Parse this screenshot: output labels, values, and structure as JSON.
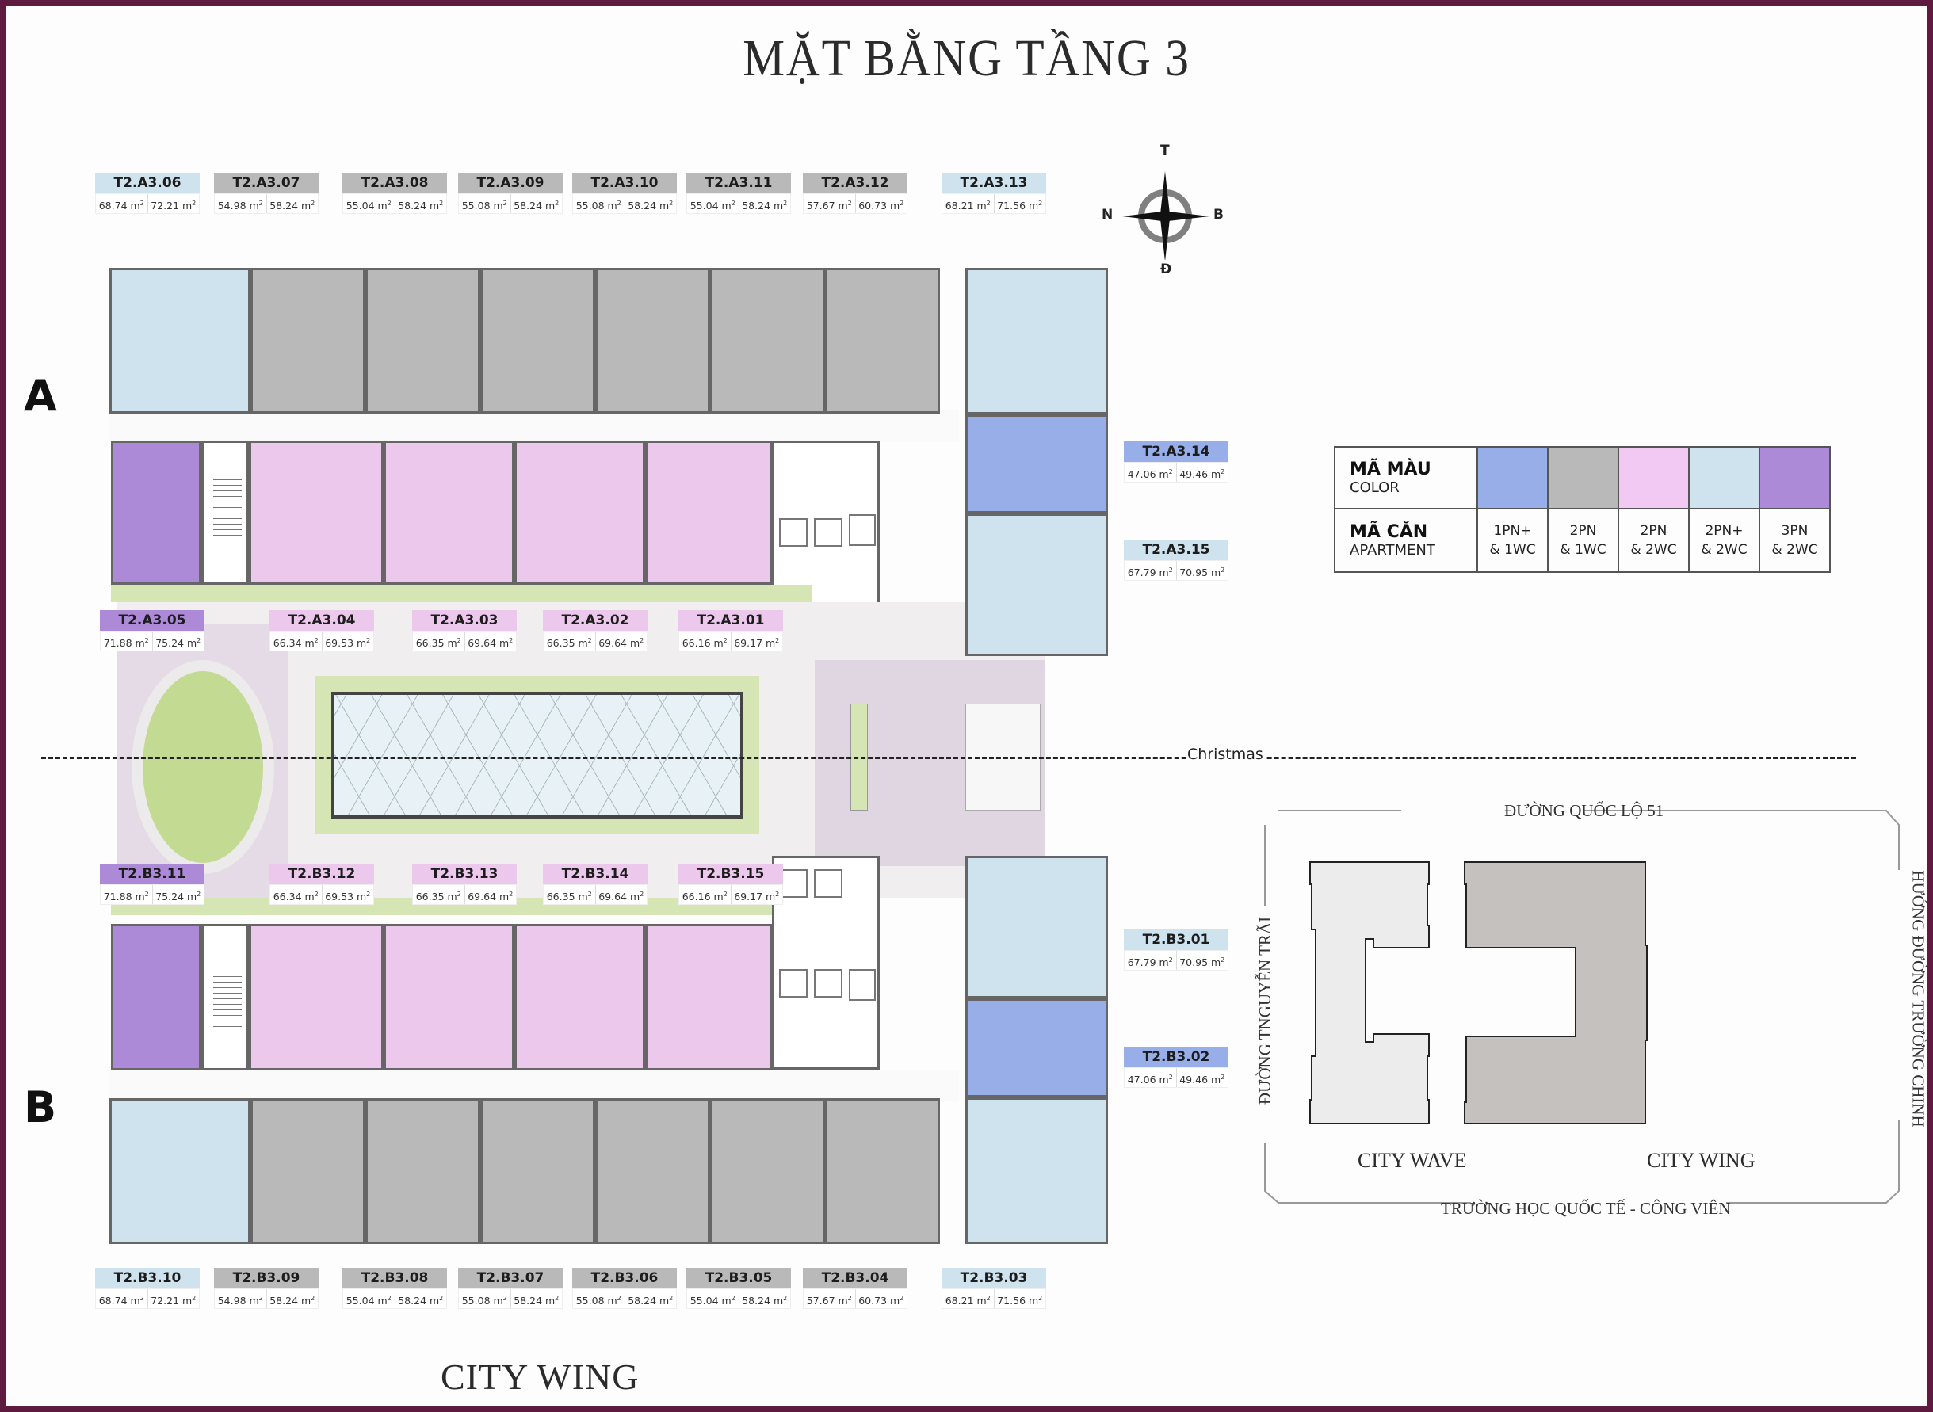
{
  "title": "MẶT BẰNG TẦNG 3",
  "blocks": {
    "a": "A",
    "b": "B"
  },
  "compass": {
    "top": "T",
    "left": "N",
    "right": "B",
    "bottom": "Đ"
  },
  "axis_label": "Christmas",
  "footer_title": "CITY WING",
  "colors": {
    "1pn_1wc": "#97aee8",
    "2pn_1wc": "#b9b9b9",
    "2pn_2wc": "#f2c9f2",
    "2pn_plus_2wc": "#cfe3ee",
    "3pn_2wc": "#ad8ad8",
    "frame": "#5e1a3f"
  },
  "legend": {
    "color_label": "MÃ MÀU",
    "color_sub": "COLOR",
    "apartment_label": "MÃ CĂN",
    "apartment_sub": "APARTMENT",
    "types": [
      {
        "line1": "1PN+",
        "line2": "& 1WC",
        "color": "#97aee8"
      },
      {
        "line1": "2PN",
        "line2": "& 1WC",
        "color": "#b9b9b9"
      },
      {
        "line1": "2PN",
        "line2": "& 2WC",
        "color": "#f2c9f2"
      },
      {
        "line1": "2PN+",
        "line2": "& 2WC",
        "color": "#cfe3ee"
      },
      {
        "line1": "3PN",
        "line2": "& 2WC",
        "color": "#ad8ad8"
      }
    ]
  },
  "units_top": [
    {
      "code": "T2.A3.06",
      "a1": "68.74 m",
      "a2": "72.21 m",
      "color": "#cfe3ee"
    },
    {
      "code": "T2.A3.07",
      "a1": "54.98 m",
      "a2": "58.24 m",
      "color": "#b9b9b9"
    },
    {
      "code": "T2.A3.08",
      "a1": "55.04 m",
      "a2": "58.24 m",
      "color": "#b9b9b9"
    },
    {
      "code": "T2.A3.09",
      "a1": "55.08 m",
      "a2": "58.24 m",
      "color": "#b9b9b9"
    },
    {
      "code": "T2.A3.10",
      "a1": "55.08 m",
      "a2": "58.24 m",
      "color": "#b9b9b9"
    },
    {
      "code": "T2.A3.11",
      "a1": "55.04 m",
      "a2": "58.24 m",
      "color": "#b9b9b9"
    },
    {
      "code": "T2.A3.12",
      "a1": "57.67 m",
      "a2": "60.73 m",
      "color": "#b9b9b9"
    },
    {
      "code": "T2.A3.13",
      "a1": "68.21 m",
      "a2": "71.56 m",
      "color": "#cfe3ee"
    }
  ],
  "units_a_inner": [
    {
      "code": "T2.A3.05",
      "a1": "71.88 m",
      "a2": "75.24 m",
      "color": "#ad8ad8"
    },
    {
      "code": "T2.A3.04",
      "a1": "66.34 m",
      "a2": "69.53 m",
      "color": "#ecc9ec"
    },
    {
      "code": "T2.A3.03",
      "a1": "66.35 m",
      "a2": "69.64 m",
      "color": "#ecc9ec"
    },
    {
      "code": "T2.A3.02",
      "a1": "66.35 m",
      "a2": "69.64 m",
      "color": "#ecc9ec"
    },
    {
      "code": "T2.A3.01",
      "a1": "66.16 m",
      "a2": "69.17 m",
      "color": "#ecc9ec"
    }
  ],
  "units_a_right": [
    {
      "code": "T2.A3.14",
      "a1": "47.06 m",
      "a2": "49.46 m",
      "color": "#97aee8"
    },
    {
      "code": "T2.A3.15",
      "a1": "67.79 m",
      "a2": "70.95 m",
      "color": "#cfe3ee"
    }
  ],
  "units_b_inner": [
    {
      "code": "T2.B3.11",
      "a1": "71.88 m",
      "a2": "75.24 m",
      "color": "#ad8ad8"
    },
    {
      "code": "T2.B3.12",
      "a1": "66.34 m",
      "a2": "69.53 m",
      "color": "#ecc9ec"
    },
    {
      "code": "T2.B3.13",
      "a1": "66.35 m",
      "a2": "69.64 m",
      "color": "#ecc9ec"
    },
    {
      "code": "T2.B3.14",
      "a1": "66.35 m",
      "a2": "69.64 m",
      "color": "#ecc9ec"
    },
    {
      "code": "T2.B3.15",
      "a1": "66.16 m",
      "a2": "69.17 m",
      "color": "#ecc9ec"
    }
  ],
  "units_b_right": [
    {
      "code": "T2.B3.01",
      "a1": "67.79 m",
      "a2": "70.95 m",
      "color": "#cfe3ee"
    },
    {
      "code": "T2.B3.02",
      "a1": "47.06 m",
      "a2": "49.46 m",
      "color": "#97aee8"
    }
  ],
  "units_bottom": [
    {
      "code": "T2.B3.10",
      "a1": "68.74 m",
      "a2": "72.21 m",
      "color": "#cfe3ee"
    },
    {
      "code": "T2.B3.09",
      "a1": "54.98 m",
      "a2": "58.24 m",
      "color": "#b9b9b9"
    },
    {
      "code": "T2.B3.08",
      "a1": "55.04 m",
      "a2": "58.24 m",
      "color": "#b9b9b9"
    },
    {
      "code": "T2.B3.07",
      "a1": "55.08 m",
      "a2": "58.24 m",
      "color": "#b9b9b9"
    },
    {
      "code": "T2.B3.06",
      "a1": "55.08 m",
      "a2": "58.24 m",
      "color": "#b9b9b9"
    },
    {
      "code": "T2.B3.05",
      "a1": "55.04 m",
      "a2": "58.24 m",
      "color": "#b9b9b9"
    },
    {
      "code": "T2.B3.04",
      "a1": "57.67 m",
      "a2": "60.73 m",
      "color": "#b9b9b9"
    },
    {
      "code": "T2.B3.03",
      "a1": "68.21 m",
      "a2": "71.56 m",
      "color": "#cfe3ee"
    }
  ],
  "site_map": {
    "road_top": "ĐƯỜNG QUỐC LỘ 51",
    "road_bottom": "TRƯỜNG HỌC QUỐC TẾ - CÔNG VIÊN",
    "road_left": "ĐƯỜNG TNGUYỄN TRÃI",
    "road_right": "HƯỚNG ĐƯỜNG TRƯỜNG CHINH",
    "building_left": "CITY WAVE",
    "building_right": "CITY WING"
  }
}
